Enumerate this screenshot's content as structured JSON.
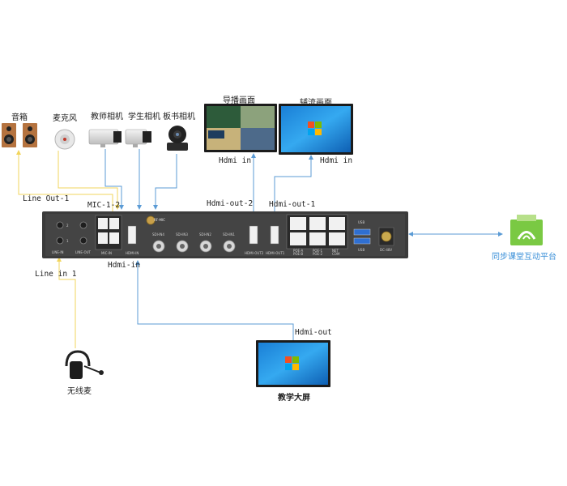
{
  "devices": {
    "speaker": "音箱",
    "microphone": "麦克风",
    "teacher_camera": "教师相机",
    "student_camera": "学生相机",
    "board_camera": "板书相机",
    "director_screen": "导播画面",
    "aux_screen": "辅流画面",
    "wireless_mic": "无线麦",
    "teaching_screen": "教学大屏",
    "sync_platform": "同步课堂互动平台"
  },
  "connections": {
    "line_out": "Line Out-1",
    "mic": "MIC-1-2",
    "hdmi_in_director": "Hdmi in",
    "hdmi_in_aux": "Hdmi in",
    "hdmi_out_2": "Hdmi-out-2",
    "hdmi_out_1": "Hdmi-out-1",
    "line_in": "Line in 1",
    "hdmi_in": "Hdmi-in",
    "hdmi_out": "Hdmi-out"
  },
  "panel": {
    "rf_mic": "RF-MIC",
    "sdi_in4": "SDI-IN4",
    "sdi_in3": "SDI-IN3",
    "sdi_in2": "SDI-IN2",
    "sdi_in1": "SDI-IN1",
    "hdmi_in": "HDMI-IN",
    "hdmi_out2": "HDMI-OUT2",
    "hdmi_out1": "HDMI-OUT1",
    "line_in": "LINE-IN",
    "line_out": "LINE-OUT",
    "mic_in": "MIC-IN",
    "usb": "USB",
    "dc": "DC-48V",
    "poe_a": "POE-A",
    "poe_b": "POE-B",
    "poe_1": "POE-1",
    "poe_2": "POE-2",
    "net": "NET",
    "com": "COM",
    "jack_2": "2",
    "jack_1": "1"
  },
  "colors": {
    "blue_line": "#5b9bd5",
    "yellow_line": "#f2d55c",
    "device_body": "#3b3b3b",
    "platform_green": "#7ac943",
    "platform_label": "#3a8fd8"
  }
}
